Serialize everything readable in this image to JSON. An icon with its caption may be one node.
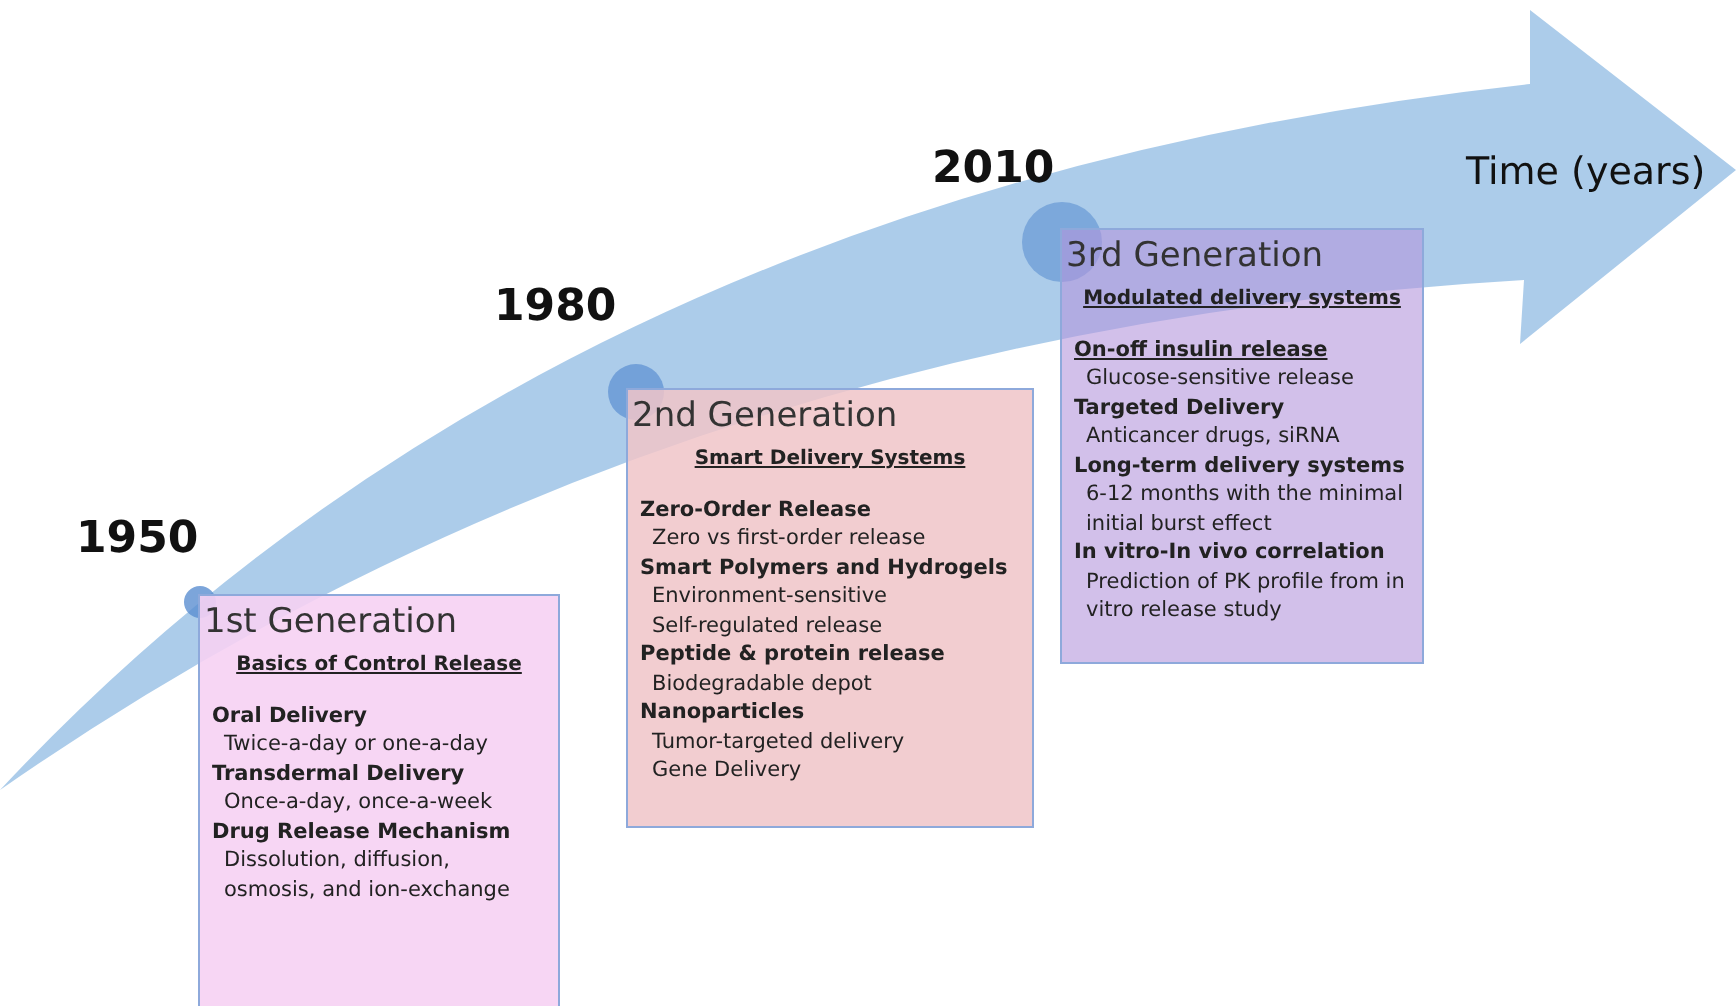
{
  "diagram": {
    "nodes": [
      {
        "text": [
          "1st Generation",
          "Basics of Control Release",
          "Oral Delivery",
          "Twice-a-day or one-a-day",
          "Transdermal Delivery",
          "Once-a-day, once-a-week",
          "Drug Release Mechanism",
          "Dissolution, diffusion, osmosis, and ion-exchange"
        ]
      },
      {
        "text": [
          "2nd Generation",
          "Smart Delivery Systems",
          "Zero-Order Release",
          "Zero vs first-order release",
          "Smart Polymers and Hydrogels",
          "Environment-sensitive",
          "Self-regulated release",
          "Peptide & protein release",
          "Biodegradable depot",
          "Nanoparticles",
          "Tumor-targeted delivery",
          "Gene Delivery"
        ]
      },
      {
        "text": [
          "3rd Generation",
          "Modulated delivery systems",
          "On-off insulin release",
          "Glucose-sensitive release",
          "Targeted Delivery",
          "Anticancer drugs, siRNA",
          "Long-term delivery systems",
          "6-12 months with the minimal initial burst effect",
          "In vitro-In vivo correlation",
          "Prediction of PK profile from in vitro release study"
        ]
      }
    ],
    "labels": [
      "1950",
      "1980",
      "2010",
      "Time (years)"
    ]
  }
}
